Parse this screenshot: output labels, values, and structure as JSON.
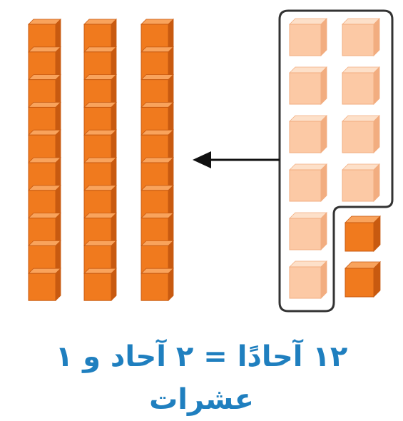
{
  "caption": "١٢ آحادًا = ٢ آحاد و ١ عشرات",
  "colors": {
    "cube_dark": "#f07a1e",
    "cube_dark_top": "#f9a35c",
    "cube_dark_side": "#c85a10",
    "cube_light": "#fcc9a5",
    "cube_light_top": "#fde0c9",
    "cube_light_side": "#f2ad80",
    "outline": "#333333",
    "arrow": "#111111",
    "caption": "#1f7fbf"
  },
  "figure": {
    "tens_rods": 3,
    "cubes_per_rod": 10,
    "grouped_light_ones": 10,
    "remaining_dark_ones": 2,
    "arrow_direction": "left"
  }
}
